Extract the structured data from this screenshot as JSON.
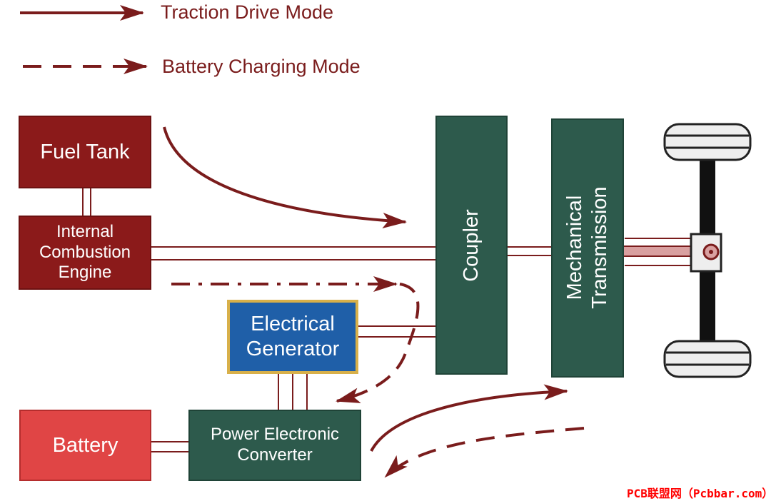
{
  "legend": {
    "traction_label": "Traction Drive Mode",
    "charging_label": "Battery Charging Mode"
  },
  "components": {
    "fuel_tank": "Fuel Tank",
    "engine_lines": [
      "Internal",
      "Combustion",
      "Engine"
    ],
    "generator_lines": [
      "Electrical",
      "Generator"
    ],
    "battery": "Battery",
    "converter_lines": [
      "Power Electronic",
      "Converter"
    ],
    "coupler": "Coupler",
    "transmission_lines": [
      "Mechanical",
      "Transmission"
    ]
  },
  "watermark": "PCB联盟网（Pcbbar.com）",
  "colors": {
    "arrow": "#7a1c1c",
    "fuel_tank": "#8b1a1a",
    "engine": "#8b1a1a",
    "coupler": "#2d5a4c",
    "transmission": "#2d5a4c",
    "generator": "#1f5fa8",
    "generator_border": "#d8b04a",
    "battery": "#e04545",
    "converter": "#2d5a4c",
    "watermark": "#ff0000"
  }
}
